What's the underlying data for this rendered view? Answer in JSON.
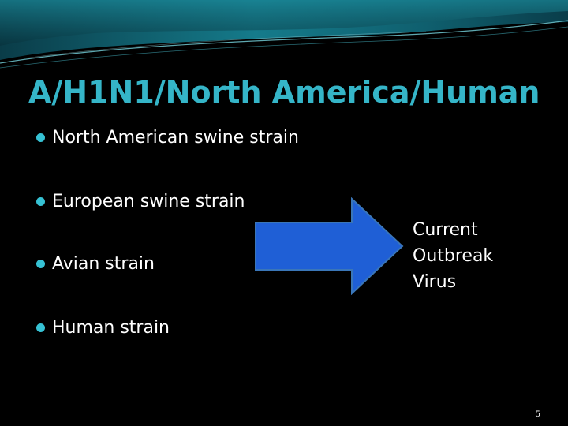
{
  "slide": {
    "title": "A/H1N1/North America/Human",
    "bullets": [
      {
        "text": "North American swine strain"
      },
      {
        "text": "European swine strain"
      },
      {
        "text": "Avian strain"
      },
      {
        "text": "Human strain"
      }
    ],
    "result_lines": [
      "Current",
      "Outbreak",
      "Virus"
    ],
    "page_number": "5"
  },
  "colors": {
    "background": "#000000",
    "title": "#35b5c8",
    "bullet_dot": "#36c2d4",
    "arrow_fill": "#1f5fd6",
    "arrow_stroke": "#3a76b8",
    "header_wave": "#0f5f6e"
  },
  "icons": {
    "bullet": "filled-circle",
    "arrow": "right-block-arrow"
  }
}
